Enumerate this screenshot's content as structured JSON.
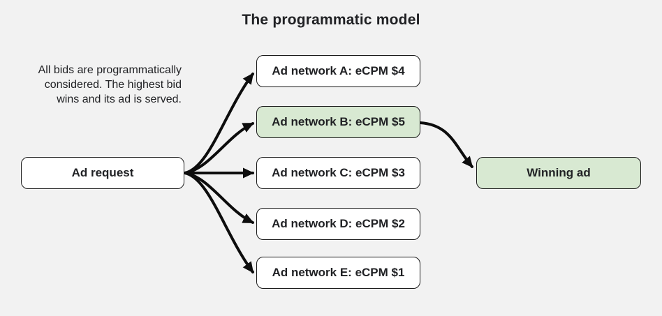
{
  "title": "The programmatic model",
  "note": {
    "lines": [
      "All bids are programmatically",
      "considered. The highest bid",
      "wins and its ad is served."
    ]
  },
  "source": {
    "label": "Ad request"
  },
  "networks": [
    {
      "label": "Ad network A: eCPM $4",
      "highlight": false
    },
    {
      "label": "Ad network B: eCPM $5",
      "highlight": true
    },
    {
      "label": "Ad network C: eCPM $3",
      "highlight": false
    },
    {
      "label": "Ad network D: eCPM $2",
      "highlight": false
    },
    {
      "label": "Ad network E: eCPM $1",
      "highlight": false
    }
  ],
  "winner": {
    "label": "Winning ad"
  },
  "colors": {
    "background": "#f2f2f2",
    "box_fill": "#ffffff",
    "highlight_fill": "#d8e9d2",
    "border": "#1a1a1a",
    "arrow": "#0d0d0d",
    "text": "#202124"
  }
}
